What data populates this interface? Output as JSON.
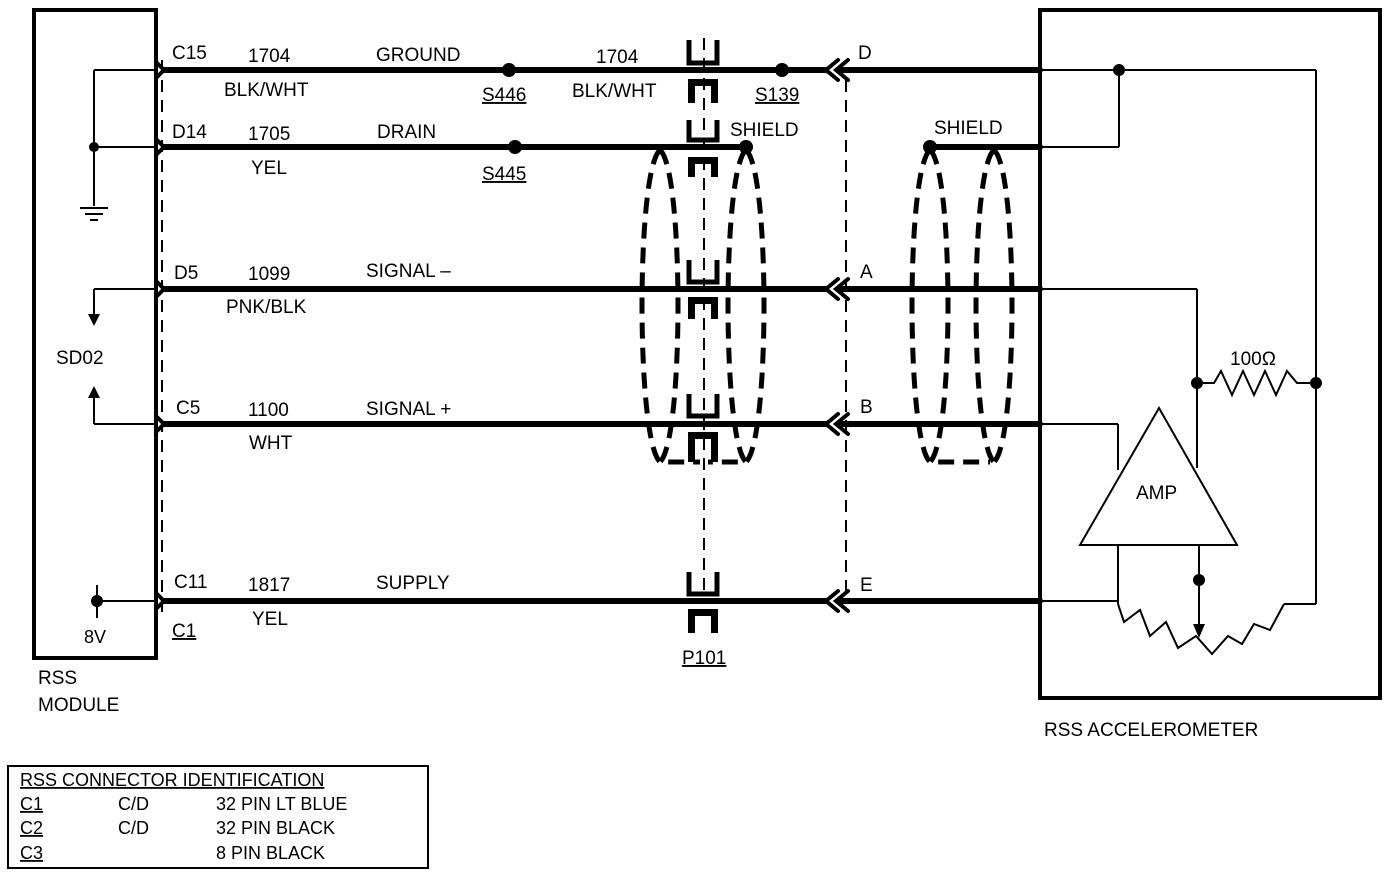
{
  "module": {
    "line1": "RSS",
    "line2": "MODULE",
    "sd02": "SD02",
    "volt": "8V",
    "connector": "C1"
  },
  "accelerometer": {
    "label": "RSS ACCELEROMETER",
    "amp": "AMP",
    "resistor": "100Ω"
  },
  "wires": [
    {
      "pin": "C15",
      "circuit": "1704",
      "color": "BLK/WHT",
      "name": "GROUND",
      "pin_right": "D"
    },
    {
      "pin": "D14",
      "circuit": "1705",
      "color": "YEL",
      "name": "DRAIN",
      "pin_right": ""
    },
    {
      "pin": "D5",
      "circuit": "1099",
      "color": "PNK/BLK",
      "name": "SIGNAL –",
      "pin_right": "A"
    },
    {
      "pin": "C5",
      "circuit": "1100",
      "color": "WHT",
      "name": "SIGNAL +",
      "pin_right": "B"
    },
    {
      "pin": "C11",
      "circuit": "1817",
      "color": "YEL",
      "name": "SUPPLY",
      "pin_right": "E"
    }
  ],
  "splices": {
    "s446": "S446",
    "s445": "S445",
    "s139": "S139",
    "circuit2": "1704",
    "color2": "BLK/WHT"
  },
  "shield_labels": {
    "left": "SHIELD",
    "right": "SHIELD"
  },
  "inline_connector": "P101",
  "legend": {
    "title": "RSS CONNECTOR IDENTIFICATION",
    "rows": [
      {
        "id": "C1",
        "type": "C/D",
        "desc": "32 PIN LT BLUE"
      },
      {
        "id": "C2",
        "type": "C/D",
        "desc": "32 PIN BLACK"
      },
      {
        "id": "C3",
        "type": "",
        "desc": "8 PIN BLACK"
      }
    ]
  }
}
